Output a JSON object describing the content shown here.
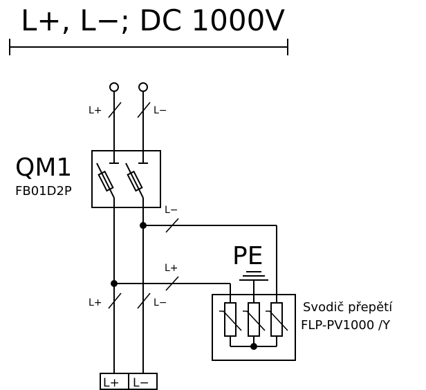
{
  "header": {
    "title": "L+, L−; DC 1000V"
  },
  "breaker": {
    "name": "QM1",
    "model": "FB01D2P"
  },
  "wire_labels": {
    "top_pos": "L+",
    "top_neg": "L−",
    "mid_neg": "L−",
    "mid_pos": "L+",
    "bottom_pos": "L+",
    "bottom_neg": "L−"
  },
  "ground": {
    "label": "PE"
  },
  "surge_arrester": {
    "line1": "Svodič přepětí",
    "line2": "FLP-PV1000 /Y"
  },
  "terminals": {
    "pos": "L+",
    "neg": "L−"
  },
  "icons": [
    "bus-bracket",
    "terminal-circle",
    "fuse-icon",
    "varistor-icon",
    "ground-icon",
    "junction-dot"
  ]
}
